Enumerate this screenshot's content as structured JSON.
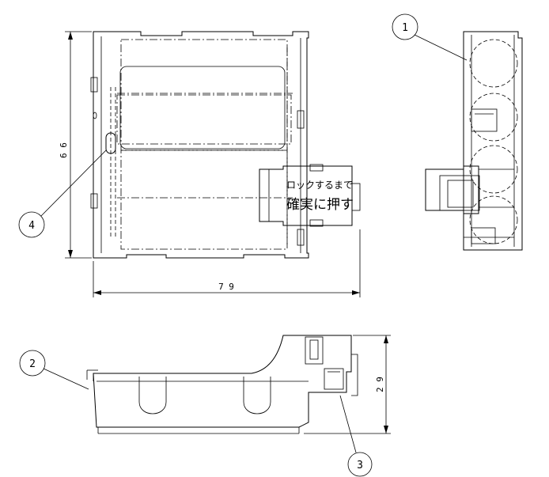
{
  "dimensions": {
    "height_front": "6 6",
    "width_front": "7 9",
    "height_side": "2 9"
  },
  "callouts": [
    "1",
    "2",
    "3",
    "4"
  ],
  "label_text": {
    "line1": "ロックするまで",
    "line2": "確実に押す"
  }
}
